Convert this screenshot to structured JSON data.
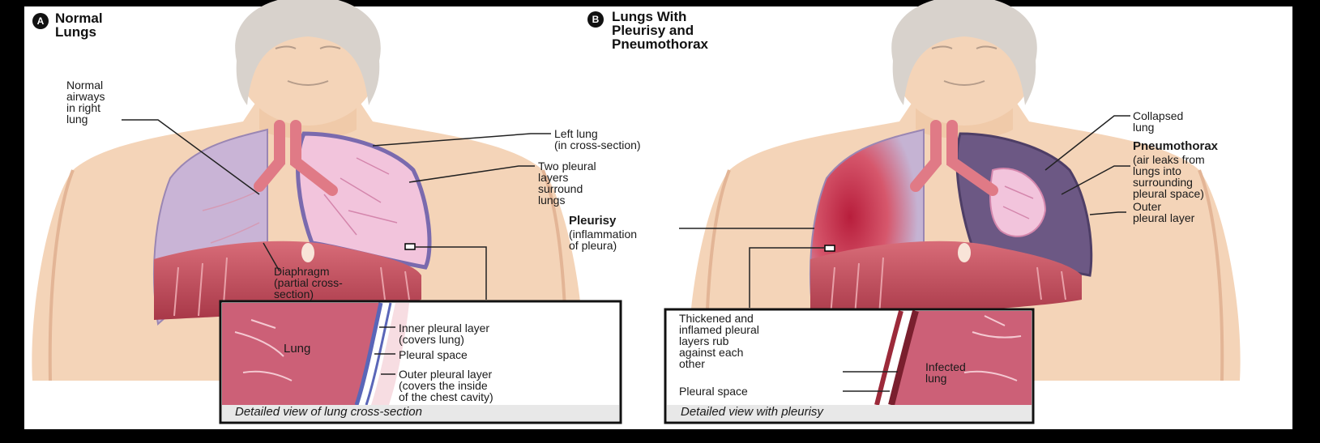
{
  "panel_a": {
    "badge": "A",
    "title_line1": "Normal",
    "title_line2": "Lungs",
    "labels": {
      "normal_airways": "Normal\nairways\nin right\nlung",
      "left_lung": "Left lung\n(in cross-section)",
      "pleural_layers": "Two pleural\nlayers\nsurround\nlungs",
      "diaphragm": "Diaphragm\n(partial cross-\nsection)"
    },
    "inset": {
      "lung": "Lung",
      "inner_layer": "Inner pleural layer\n(covers lung)",
      "pleural_space": "Pleural space",
      "outer_layer": "Outer pleural layer\n(covers the inside\nof the chest cavity)",
      "caption": "Detailed view of lung cross-section"
    }
  },
  "panel_b": {
    "badge": "B",
    "title_line1": "Lungs With",
    "title_line2": "Pleurisy  and",
    "title_line3": "Pneumothorax",
    "labels": {
      "collapsed_lung": "Collapsed\nlung",
      "pneumothorax_title": "Pneumothorax",
      "pneumothorax_desc": "(air leaks from\nlungs into\nsurrounding\npleural space)",
      "outer_layer": "Outer\npleural layer",
      "pleurisy_title": "Pleurisy",
      "pleurisy_desc": "(inflammation\nof pleura)"
    },
    "inset": {
      "thickened": "Thickened and\ninflamed pleural\nlayers rub\nagainst each\nother",
      "pleural_space": "Pleural space",
      "infected": "Infected\nlung",
      "caption": "Detailed view with pleurisy"
    }
  },
  "colors": {
    "skin": "#f4d4b8",
    "skin_shadow": "#e3b596",
    "hair": "#d8d2cc",
    "lung_normal": "#c9b4d6",
    "lung_pink": "#f2c4dc",
    "trachea": "#e07a86",
    "diaphragm": "#c0485a",
    "inflamed": "#c22b45",
    "pneumo_space": "#6c5884",
    "pleura_blue": "#5a66b8"
  }
}
